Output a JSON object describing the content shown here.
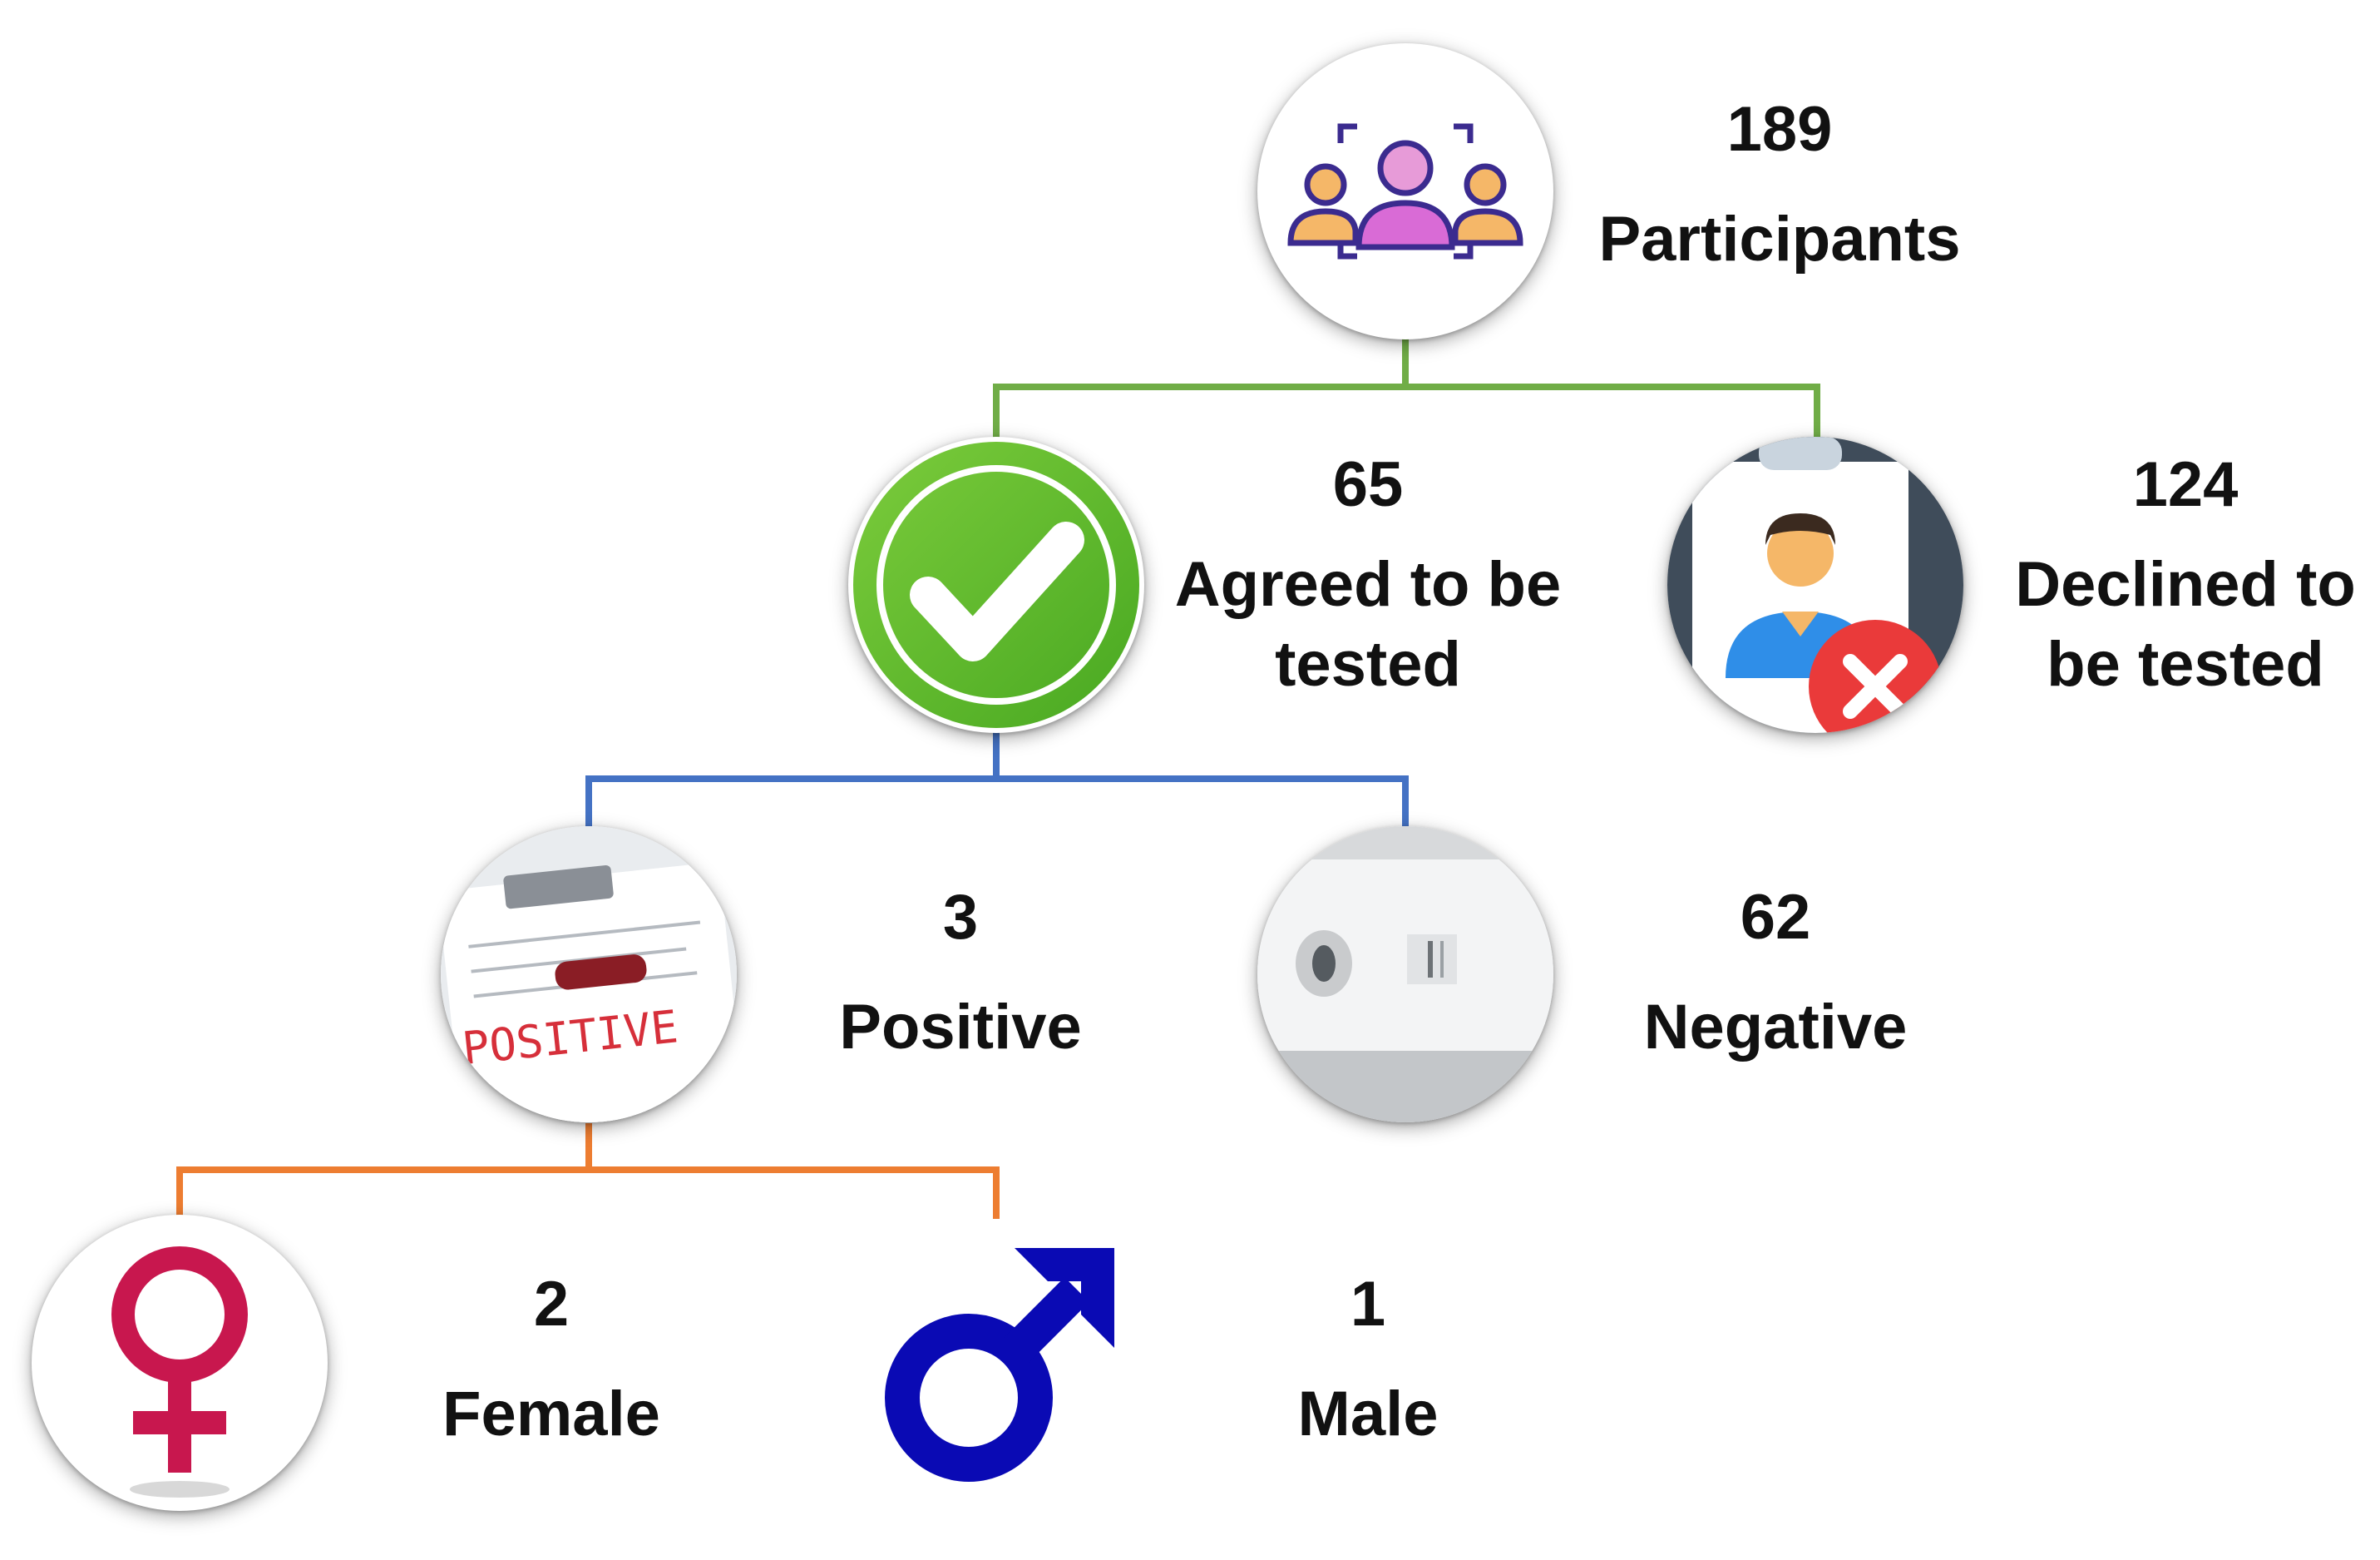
{
  "colors": {
    "level1_connector": "#70ad47",
    "level2_connector": "#4472c4",
    "level3_connector": "#ed7d31",
    "check_green": "#5cb531",
    "female_symbol": "#c8174e",
    "male_symbol": "#0a0ab4",
    "decline_red": "#ea3a3a"
  },
  "nodes": {
    "participants": {
      "count": "189",
      "label": "Participants",
      "icon": "group-people-icon"
    },
    "agreed": {
      "count": "65",
      "label": "Agreed to be tested",
      "icon": "checkmark-badge-icon"
    },
    "declined": {
      "count": "124",
      "label": "Declined to be tested",
      "icon": "person-card-declined-icon"
    },
    "positive": {
      "count": "3",
      "label": "Positive",
      "icon": "positive-test-clipboard-icon",
      "stamp_text": "POSITIVE"
    },
    "negative": {
      "count": "62",
      "label": "Negative",
      "icon": "test-cassette-icon"
    },
    "female": {
      "count": "2",
      "label": "Female",
      "icon": "female-symbol-icon"
    },
    "male": {
      "count": "1",
      "label": "Male",
      "icon": "male-symbol-icon"
    }
  }
}
